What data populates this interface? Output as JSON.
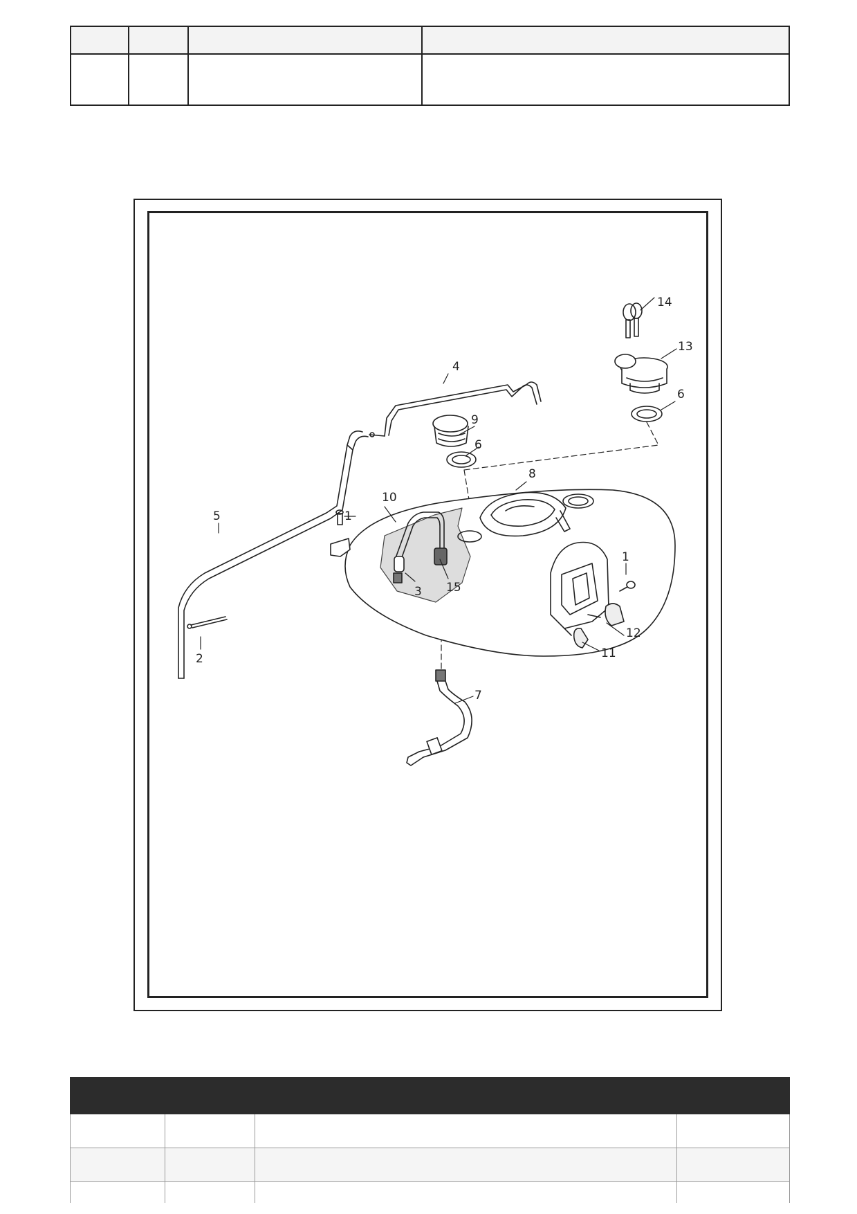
{
  "top_table": {
    "rows": [
      [
        "",
        "",
        "",
        ""
      ],
      [
        "",
        "",
        "",
        ""
      ]
    ]
  },
  "figure": {
    "callouts": [
      "1",
      "1",
      "2",
      "3",
      "4",
      "5",
      "6",
      "6",
      "7",
      "8",
      "9",
      "10",
      "11",
      "12",
      "13",
      "14",
      "15"
    ]
  },
  "bottom_table": {
    "headers": [
      "",
      "",
      "",
      ""
    ],
    "rows": [
      [
        "",
        "",
        "",
        ""
      ],
      [
        "",
        "",
        "",
        ""
      ],
      [
        "",
        "",
        "",
        ""
      ]
    ]
  }
}
